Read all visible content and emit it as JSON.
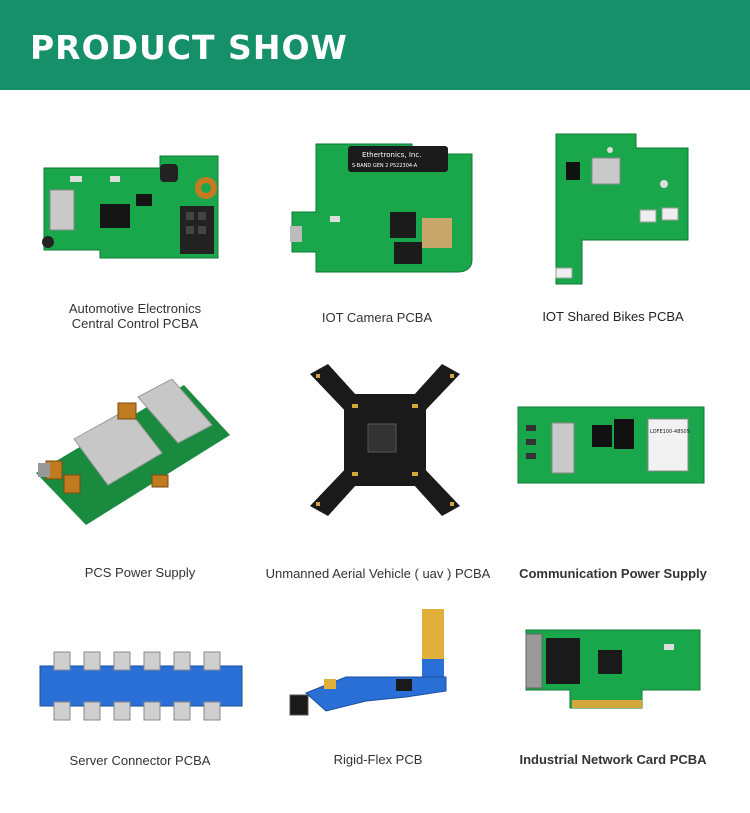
{
  "header": {
    "title": "PRODUCT SHOW",
    "background_color": "#169068",
    "text_color": "#ffffff"
  },
  "products": [
    {
      "caption": "Automotive Electronics\nCentral Control PCBA",
      "image_icon": "pcb-board-icon"
    },
    {
      "caption": "IOT Camera PCBA",
      "image_icon": "pcb-board-icon",
      "chip_text": "Ethertronics, Inc.",
      "chip_subtext": "S-BAND GEN 2 P522304-A"
    },
    {
      "caption": "IOT Shared Bikes PCBA",
      "image_icon": "pcb-board-icon"
    },
    {
      "caption": "PCS Power Supply",
      "image_icon": "power-supply-icon"
    },
    {
      "caption": "Unmanned Aerial Vehicle ( uav ) PCBA",
      "image_icon": "drone-board-icon"
    },
    {
      "caption": "Communication Power Supply",
      "image_icon": "pcb-board-icon",
      "label_text": "LDFE100-48S05"
    },
    {
      "caption": "Server Connector PCBA",
      "image_icon": "connector-board-icon"
    },
    {
      "caption": "Rigid-Flex PCB",
      "image_icon": "flex-pcb-icon"
    },
    {
      "caption": "Industrial Network Card PCBA",
      "image_icon": "network-card-icon"
    }
  ],
  "colors": {
    "pcb_green": "#1aa64a",
    "pcb_blue": "#2a6fd6",
    "pcb_black": "#1a1a1a",
    "flex_gold": "#e0b03a"
  }
}
